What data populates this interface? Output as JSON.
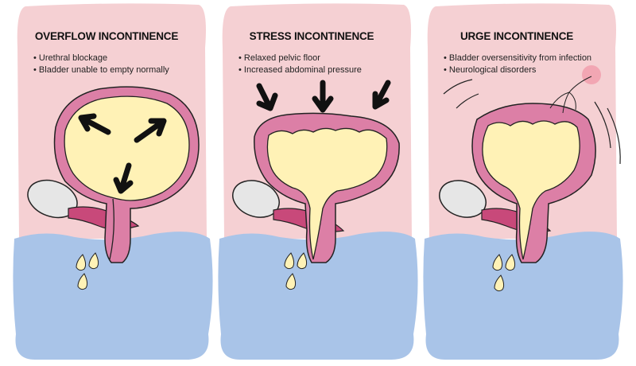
{
  "panels": [
    {
      "title": "OVERFLOW INCONTINENCE",
      "bullets": [
        "Urethral blockage",
        "Bladder unable to empty normally"
      ]
    },
    {
      "title": "STRESS INCONTINENCE",
      "bullets": [
        "Relaxed pelvic floor",
        "Increased abdominal pressure"
      ]
    },
    {
      "title": "URGE INCONTINENCE",
      "bullets": [
        "Bladder oversensitivity from infection",
        "Neurological disorders"
      ]
    }
  ],
  "colors": {
    "panel_pink": "#f5d0d3",
    "lower_blue": "#a9c4e8",
    "bladder_wall": "#dc7fa6",
    "urine_yellow": "#fff2b6",
    "bone_gray": "#e6e6e6",
    "muscle_magenta": "#c8497a",
    "infection_spot": "#f2a6b3"
  }
}
